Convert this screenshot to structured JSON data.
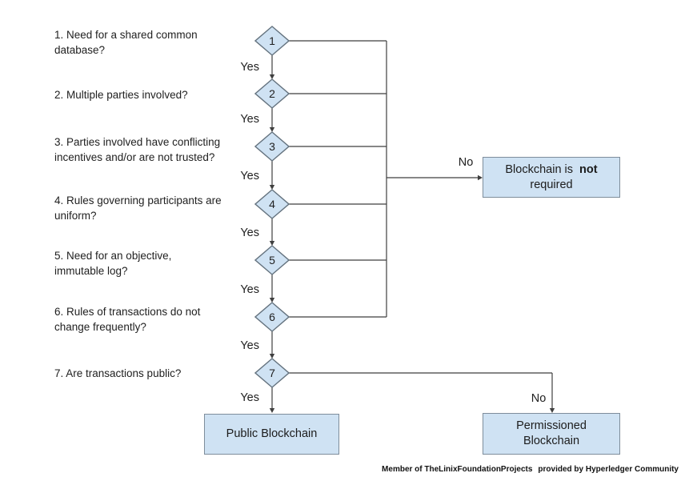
{
  "colors": {
    "node_fill": "#cfe2f3",
    "node_border": "#64727e",
    "box_border": "#7e8d9b",
    "line": "#3f3f3f",
    "text": "#1f1f1f"
  },
  "flowchart": {
    "questions": [
      {
        "num": "1",
        "text": "1. Need for a shared common\ndatabase?"
      },
      {
        "num": "2",
        "text": "2. Multiple parties involved?"
      },
      {
        "num": "3",
        "text": "3. Parties involved have conflicting\nincentives and/or are not trusted?"
      },
      {
        "num": "4",
        "text": "4. Rules governing participants are\nuniform?"
      },
      {
        "num": "5",
        "text": "5. Need for an objective,\nimmutable log?"
      },
      {
        "num": "6",
        "text": "6. Rules of transactions do not\nchange frequently?"
      },
      {
        "num": "7",
        "text": "7. Are transactions public?"
      }
    ],
    "yes_label": "Yes",
    "no_label": "No",
    "outcomes": {
      "not_required_prefix": "Blockchain is",
      "not_required_bold": "not",
      "not_required_suffix": "required",
      "public": "Public Blockchain",
      "permissioned": "Permissioned Blockchain"
    }
  },
  "footer": {
    "part1": "Member of TheLinixFoundationProjects",
    "part2": "provided by Hyperledger Community"
  }
}
